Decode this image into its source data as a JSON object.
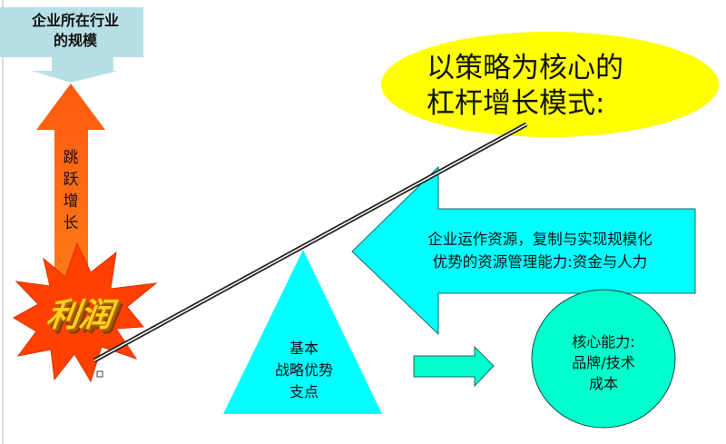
{
  "top_box": {
    "line1": "企业所在行业",
    "line2": "的规模"
  },
  "growth_arrow": {
    "label": "跳跃增长"
  },
  "profit_burst": {
    "label": "利润"
  },
  "title_ellipse": {
    "line1": "以策略为核心的",
    "line2": "杠杆增长模式:"
  },
  "resource_arrow": {
    "line1": "企业运作资源，复制与实现规模化",
    "line2": "优势的资源管理能力:资金与人力"
  },
  "fulcrum": {
    "line1": "基本",
    "line2": "战略优势",
    "line3": "支点"
  },
  "core_circle": {
    "line1": "核心能力:",
    "line2": "品牌/技术",
    "line3": "成本"
  },
  "colors": {
    "cyan": "#00ffff",
    "teal": "#00ffcc",
    "yellow": "#ffff00",
    "orange": "#ff6a10",
    "burst": "#ff4000",
    "box": "#b7e0e6"
  }
}
